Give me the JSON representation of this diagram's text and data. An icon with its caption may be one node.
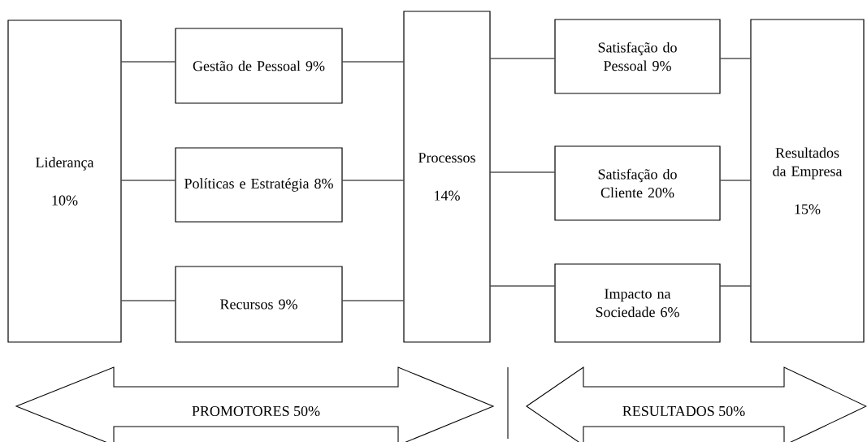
{
  "diagram": {
    "nodes": [
      {
        "text": [
          "Liderança",
          "10%"
        ]
      },
      {
        "text": [
          "Gestão de Pessoal 9%"
        ]
      },
      {
        "text": [
          "Políticas e Estratégia 8%"
        ]
      },
      {
        "text": [
          "Recursos 9%"
        ]
      },
      {
        "text": [
          "Processos",
          "14%"
        ]
      },
      {
        "text": [
          "Satisfação do Pessoal 9%"
        ]
      },
      {
        "text": [
          "Satisfação do Cliente 20%"
        ]
      },
      {
        "text": [
          "Impacto na Sociedade 6%"
        ]
      },
      {
        "text": [
          "Resultados da Empresa",
          "15%"
        ]
      },
      {
        "text": [
          "PROMOTORES 50%"
        ]
      },
      {
        "text": [
          "RESULTADOS 50%"
        ]
      }
    ],
    "edges": [
      {
        "from": 0,
        "to": 1,
        "arrow": "none"
      },
      {
        "from": 0,
        "to": 2,
        "arrow": "none"
      },
      {
        "from": 0,
        "to": 3,
        "arrow": "none"
      },
      {
        "from": 1,
        "to": 4,
        "arrow": "none"
      },
      {
        "from": 2,
        "to": 4,
        "arrow": "none"
      },
      {
        "from": 3,
        "to": 4,
        "arrow": "none"
      },
      {
        "from": 4,
        "to": 5,
        "arrow": "none"
      },
      {
        "from": 4,
        "to": 6,
        "arrow": "none"
      },
      {
        "from": 4,
        "to": 7,
        "arrow": "none"
      },
      {
        "from": 5,
        "to": 8,
        "arrow": "none"
      },
      {
        "from": 6,
        "to": 8,
        "arrow": "none"
      },
      {
        "from": 7,
        "to": 8,
        "arrow": "none"
      }
    ]
  }
}
